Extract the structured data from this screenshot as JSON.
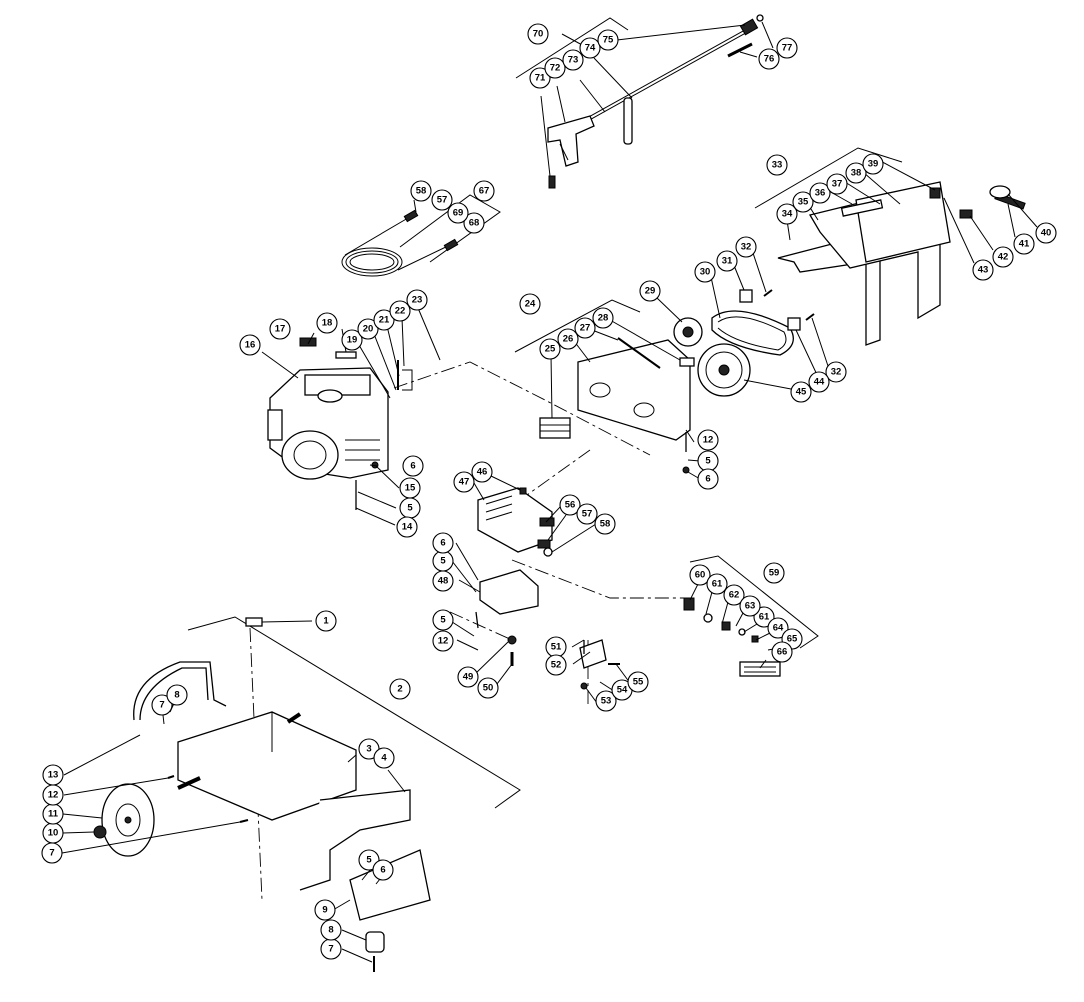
{
  "diagram": {
    "labels": {
      "p1": "1",
      "p2": "2",
      "p3": "3",
      "p4": "4",
      "p5a": "5",
      "p5b": "5",
      "p5c": "5",
      "p5d": "5",
      "p5e": "5",
      "p6a": "6",
      "p6b": "6",
      "p6c": "6",
      "p6d": "6",
      "p7a": "7",
      "p7b": "7",
      "p7c": "7",
      "p8a": "8",
      "p8b": "8",
      "p9": "9",
      "p10": "10",
      "p11": "11",
      "p12a": "12",
      "p12b": "12",
      "p12c": "12",
      "p13": "13",
      "p14": "14",
      "p15": "15",
      "p16": "16",
      "p17": "17",
      "p18": "18",
      "p19": "19",
      "p20": "20",
      "p21": "21",
      "p22": "22",
      "p23": "23",
      "p24": "24",
      "p25": "25",
      "p26": "26",
      "p27": "27",
      "p28": "28",
      "p29": "29",
      "p30": "30",
      "p31": "31",
      "p32a": "32",
      "p32b": "32",
      "p33": "33",
      "p34": "34",
      "p35": "35",
      "p36": "36",
      "p37": "37",
      "p38": "38",
      "p39": "39",
      "p40": "40",
      "p41": "41",
      "p42": "42",
      "p43": "43",
      "p44": "44",
      "p45": "45",
      "p46": "46",
      "p47": "47",
      "p48": "48",
      "p49": "49",
      "p50": "50",
      "p51": "51",
      "p52": "52",
      "p53": "53",
      "p54": "54",
      "p55": "55",
      "p56": "56",
      "p57a": "57",
      "p57b": "57",
      "p58a": "58",
      "p58b": "58",
      "p59": "59",
      "p60": "60",
      "p61a": "61",
      "p61b": "61",
      "p62": "62",
      "p63": "63",
      "p64": "64",
      "p65": "65",
      "p66": "66",
      "p67": "67",
      "p68": "68",
      "p69": "69",
      "p70": "70",
      "p71": "71",
      "p72": "72",
      "p73": "73",
      "p74": "74",
      "p75": "75",
      "p76": "76",
      "p77": "77"
    }
  }
}
